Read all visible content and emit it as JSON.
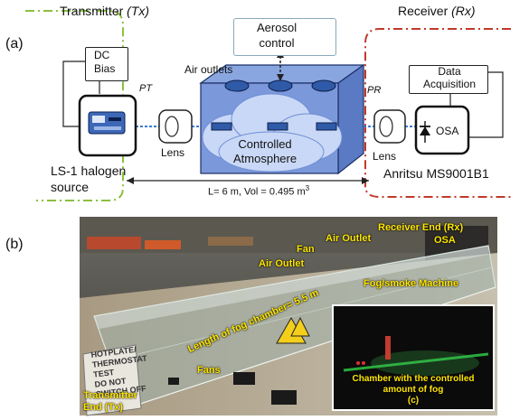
{
  "panel_a": {
    "label": "(a)",
    "transmitter_title": "Transmitter",
    "transmitter_symbol": "(Tx)",
    "receiver_title": "Receiver",
    "receiver_symbol": "(Rx)",
    "dc_bias": "DC\nBias",
    "aerosol_control": "Aerosol\ncontrol",
    "air_outlets": "Air outlets",
    "p_t": "PT",
    "p_r": "PR",
    "data_acquisition": "Data\nAcquisition",
    "lens_left": "Lens",
    "lens_right": "Lens",
    "chamber_label": "Controlled\nAtmosphere",
    "osa": "OSA",
    "source": "LS-1 halogen\nsource",
    "receiver_device": "Anritsu MS9001B1",
    "dimensions": "L= 6 m, Vol = 0.495 m",
    "dimensions_sup": "3",
    "colors": {
      "tx_border": "#8cbf3f",
      "rx_border": "#c0392b",
      "chamber": "#6f8fd6",
      "outlet": "#2f5aa8"
    }
  },
  "panel_b": {
    "label": "(b)",
    "annotations": {
      "receiver_end": "Receiver End (Rx)",
      "osa": "OSA",
      "air_outlet_top": "Air Outlet",
      "fan_top": "Fan",
      "air_outlet_mid": "Air Outlet",
      "fog_machine": "Fog/smoke Machine",
      "chamber_length": "Length of fog chamber= 5.5 m",
      "fans": "Fans",
      "transmitter_end": "Transmitter\nEnd (Tx)",
      "hotplate_sign": "HOTPLATE/\nTHERMOSTAT\nTEST\nDO NOT\nSWITCH OFF"
    },
    "inset_caption": "Chamber with the controlled\namount of fog\n(c)"
  }
}
